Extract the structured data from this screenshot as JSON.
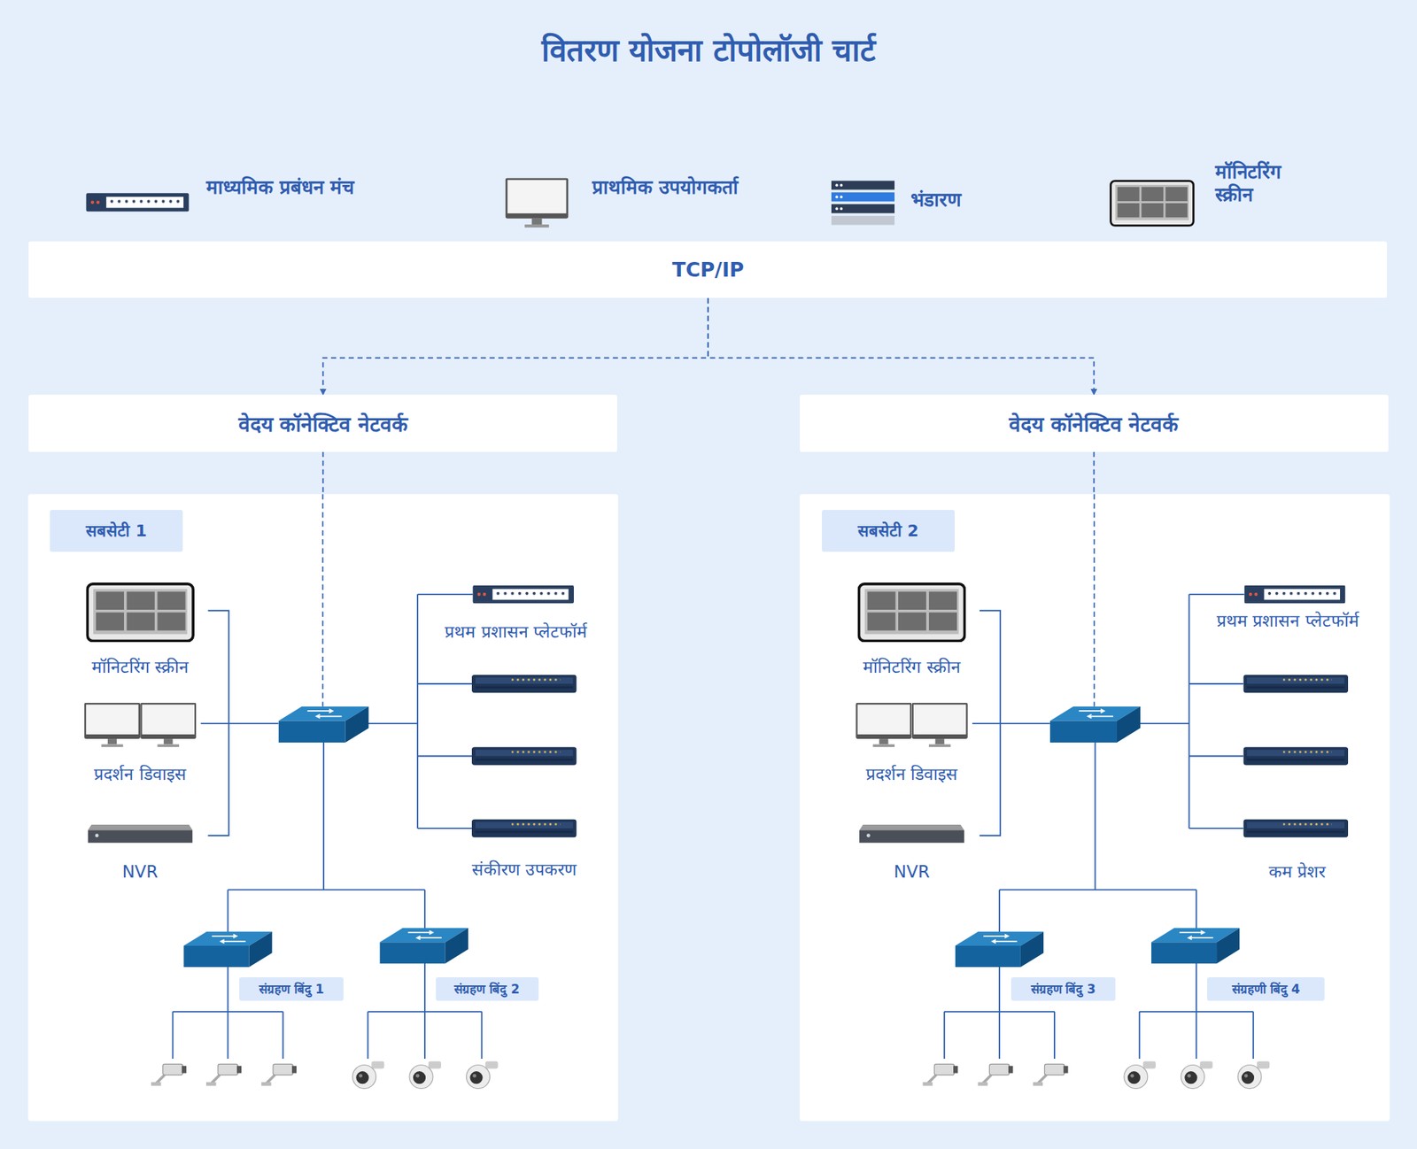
{
  "diagram": {
    "title": "वितरण योजना टोपोलॉजी चार्ट",
    "nodes": [
      {
        "text": [
          "TCP/IP"
        ]
      },
      {
        "text": [
          "वेदय कॉनेक्टिव नेटवर्क"
        ]
      },
      {
        "text": [
          "वेदय कॉनेक्टिव नेटवर्क"
        ]
      },
      {
        "text": [
          "सबसेटी 1"
        ]
      },
      {
        "text": [
          "मॉनिटरिंग स्क्रीन"
        ],
        "in": 3
      },
      {
        "text": [
          "प्रदर्शन डिवाइस"
        ],
        "in": 3
      },
      {
        "text": [
          "NVR"
        ],
        "in": 3
      },
      {
        "text": [
          "प्रथम प्रशासन प्लेटफॉर्म"
        ],
        "in": 3
      },
      {
        "text": [
          "संकीरण उपकरण"
        ],
        "in": 3
      },
      {
        "text": [
          "संग्रहण बिंदु 1"
        ],
        "in": 3
      },
      {
        "text": [
          "संग्रहण बिंदु 2"
        ],
        "in": 3
      },
      {
        "text": [
          "सबसेटी 2"
        ]
      },
      {
        "text": [
          "मॉनिटरिंग स्क्रीन"
        ],
        "in": 11
      },
      {
        "text": [
          "प्रदर्शन डिवाइस"
        ],
        "in": 11
      },
      {
        "text": [
          "NVR"
        ],
        "in": 11
      },
      {
        "text": [
          "प्रथम प्रशासन प्लेटफॉर्म"
        ],
        "in": 11
      },
      {
        "text": [
          "कम प्रेशर"
        ],
        "in": 11
      },
      {
        "text": [
          "संग्रहण बिंदु 3"
        ],
        "in": 11
      },
      {
        "text": [
          "संग्रहणी बिंदु 4"
        ],
        "in": 11
      }
    ],
    "edges": [
      {
        "from": 0,
        "to": 1,
        "arrow": "to"
      },
      {
        "from": 0,
        "to": 2,
        "arrow": "to"
      },
      {
        "from": 1,
        "to": 3,
        "arrow": "none"
      },
      {
        "from": 2,
        "to": 11,
        "arrow": "none"
      }
    ],
    "labels": [
      "माध्यमिक प्रबंधन मंच",
      "प्राथमिक उपयोगकर्ता",
      "भंडारण",
      "मॉनिटरिंग स्क्रीन"
    ]
  }
}
